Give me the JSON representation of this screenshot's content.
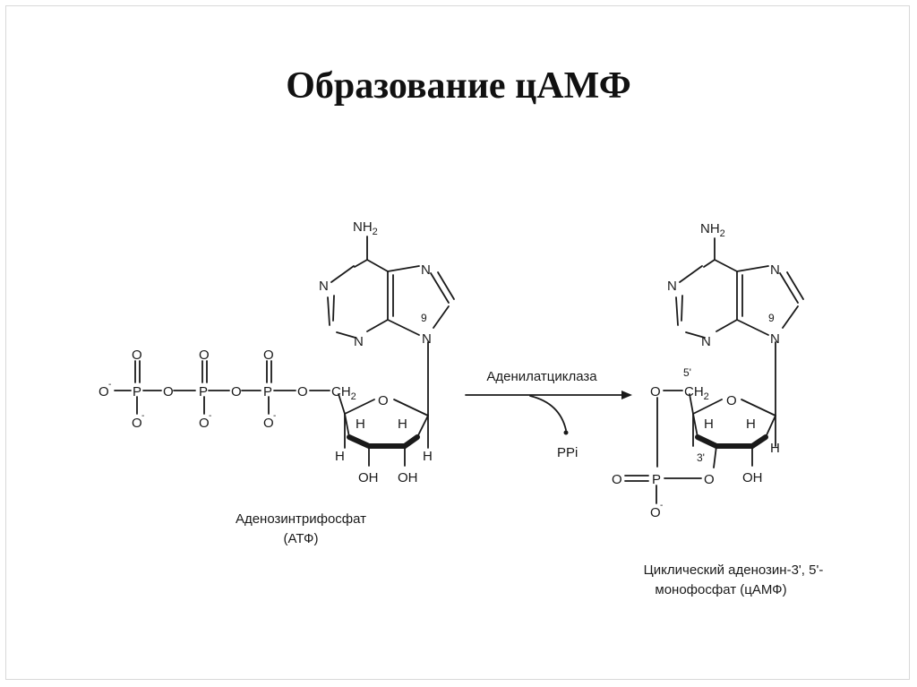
{
  "title": "Образование цАМФ",
  "atoms": {
    "n": "N",
    "o": "O",
    "p": "P",
    "h": "H",
    "c": "C",
    "oh": "OH",
    "nh": "NH",
    "ch": "CH",
    "two": "2",
    "minus": "-",
    "nine": "9",
    "five_prime": "5'",
    "three_prime": "3'"
  },
  "reaction": {
    "enzyme": "Аденилатциклаза",
    "byproduct": "PPi"
  },
  "atp_caption": {
    "line1": "Аденозинтрифосфат",
    "line2": "(АТФ)"
  },
  "camp_caption": {
    "line1": "Циклический аденозин-3', 5'-",
    "line2": "монофосфат (цАМФ)"
  }
}
